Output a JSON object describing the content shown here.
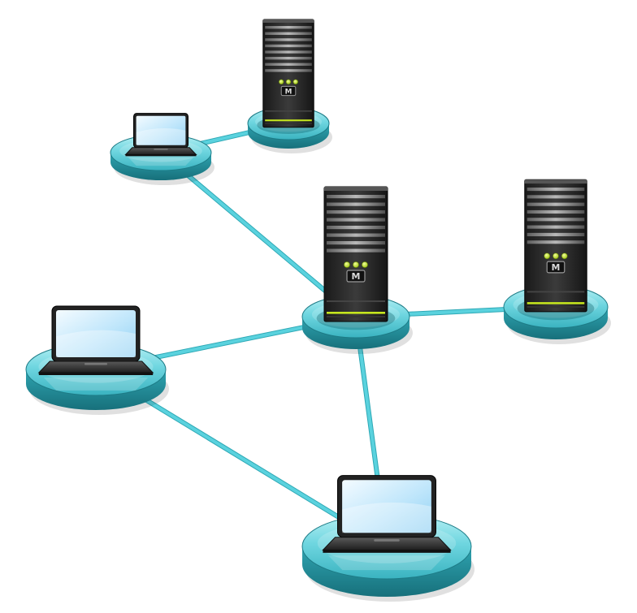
{
  "diagram": {
    "type": "network-topology",
    "colors": {
      "link": "#5ad2de",
      "platform_top": "#8fe3ea",
      "platform_mid": "#48c6d3",
      "platform_side": "#2b9aa7",
      "platform_edge": "#1d7b86",
      "server_body": "#262626",
      "server_dark": "#0d0d0d",
      "server_leds": "#b5d515",
      "server_stripe": "#c6e61e",
      "laptop_screen": "#cfeefc",
      "laptop_bezel": "#222222",
      "laptop_base": "#3a3a3a"
    },
    "server_badge": "M",
    "nodes": [
      {
        "id": "server-top",
        "kind": "server",
        "icon": "server-icon"
      },
      {
        "id": "laptop-top-left",
        "kind": "laptop",
        "icon": "laptop-icon"
      },
      {
        "id": "server-center",
        "kind": "server",
        "icon": "server-icon"
      },
      {
        "id": "server-right",
        "kind": "server",
        "icon": "server-icon"
      },
      {
        "id": "laptop-left",
        "kind": "laptop",
        "icon": "laptop-icon"
      },
      {
        "id": "laptop-bottom",
        "kind": "laptop",
        "icon": "laptop-icon"
      }
    ],
    "links": [
      {
        "from": "laptop-top-left",
        "to": "server-top"
      },
      {
        "from": "laptop-top-left",
        "to": "server-center"
      },
      {
        "from": "laptop-left",
        "to": "server-center"
      },
      {
        "from": "server-center",
        "to": "server-right"
      },
      {
        "from": "server-center",
        "to": "laptop-bottom"
      },
      {
        "from": "laptop-left",
        "to": "laptop-bottom"
      }
    ]
  }
}
